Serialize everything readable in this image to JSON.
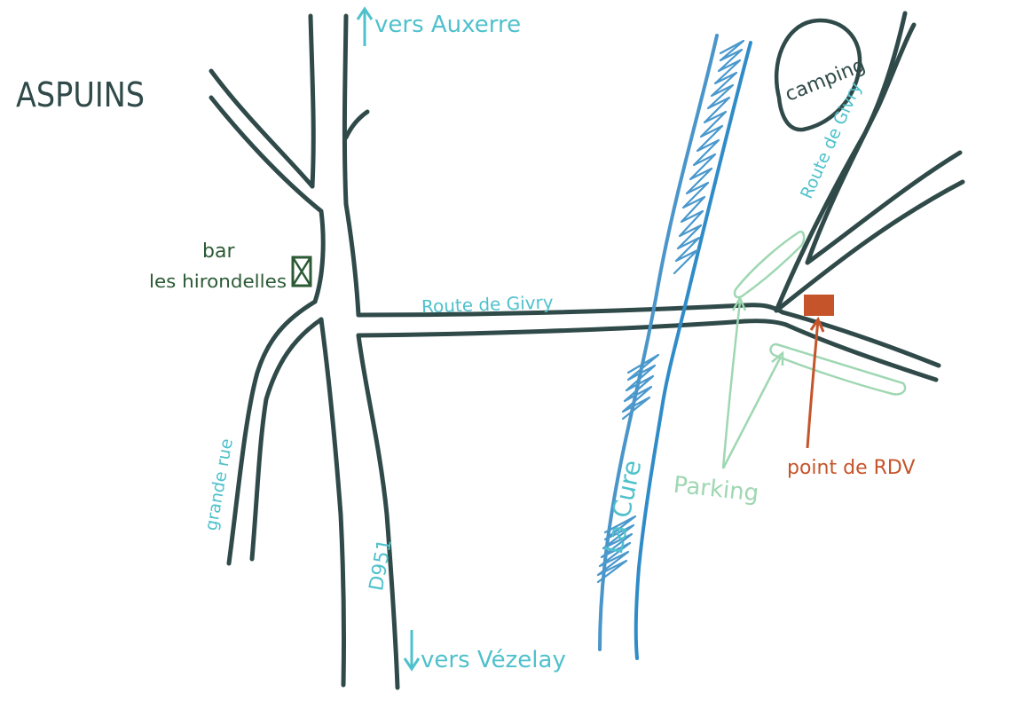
{
  "map": {
    "town_label": "ASPUINS",
    "north_direction": "vers Auxerre",
    "south_direction": "vers Vézelay",
    "main_road": "Route de Givry",
    "camping_road": "Route de Givry",
    "side_street": "grande rue",
    "departmental_road": "D951",
    "river": "La Cure",
    "camping": "camping",
    "bar_line1": "bar",
    "bar_line2": "les hirondelles",
    "parking": "Parking",
    "meeting_point": "point de RDV"
  },
  "colors": {
    "roads": "#2f4a49",
    "labels": "#4fc1cc",
    "river": "#2f8cc8",
    "bar": "#2b5a35",
    "parking": "#9fd7b2",
    "meeting_point": "#c5542a"
  },
  "icons": {
    "bar_marker": "crossed-box",
    "meeting_point_marker": "filled-square",
    "direction_arrow": "up/down-arrow"
  }
}
